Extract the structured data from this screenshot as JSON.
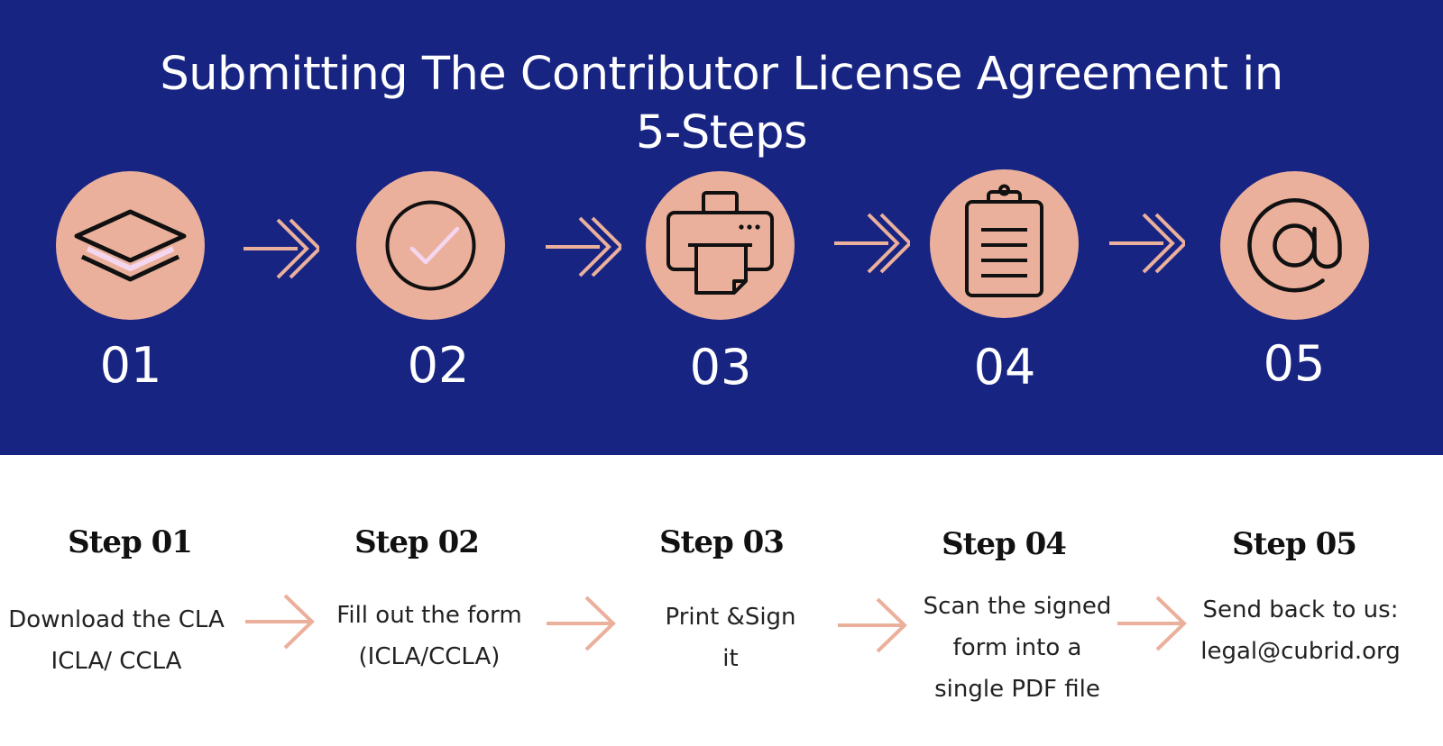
{
  "header": {
    "title_line1": "Submitting The Contributor License Agreement in",
    "title_line2": "5-Steps"
  },
  "colors": {
    "banner": "#172482",
    "circle": "#ebb09c",
    "arrow": "#ebb09c",
    "icon_stroke": "#111111",
    "accent_light": "#f4d6ef"
  },
  "steps": [
    {
      "number": "01",
      "icon": "layers-icon",
      "title": "Step 01",
      "desc": [
        "Download the CLA",
        "ICLA/ CCLA"
      ]
    },
    {
      "number": "02",
      "icon": "checkmark-icon",
      "title": "Step 02",
      "desc": [
        "Fill out the form",
        "(ICLA/CCLA)"
      ]
    },
    {
      "number": "03",
      "icon": "printer-icon",
      "title": "Step 03",
      "desc": [
        "Print &Sign",
        "it"
      ]
    },
    {
      "number": "04",
      "icon": "clipboard-icon",
      "title": "Step 04",
      "desc": [
        "Scan the signed",
        "form into a",
        "single PDF file"
      ]
    },
    {
      "number": "05",
      "icon": "at-sign-icon",
      "title": "Step 05",
      "desc": [
        "Send back to us:",
        "legal@cubrid.org"
      ]
    }
  ]
}
